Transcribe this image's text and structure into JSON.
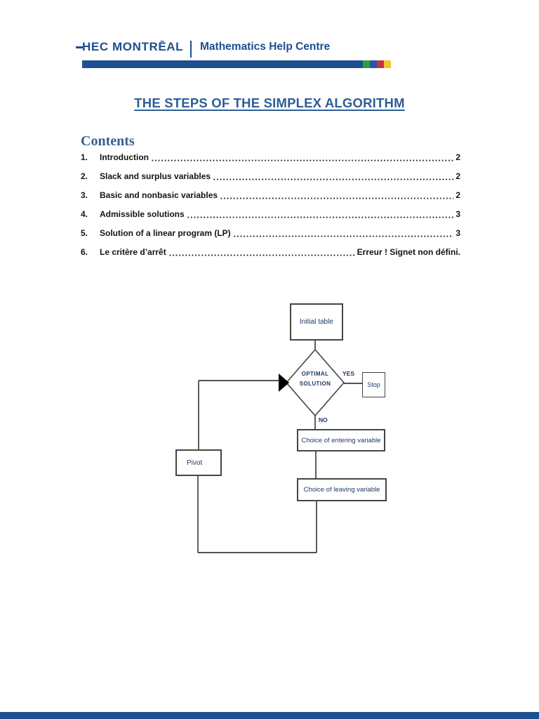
{
  "header": {
    "logo_text": "HEC MONTRĒAL",
    "site_title": "Mathematics Help Centre",
    "bar_color": "#1D4F91",
    "accent_colors": {
      "green": "#2E9E3E",
      "blue": "#2B55A2",
      "red": "#C63340",
      "yellow": "#F0C62F"
    }
  },
  "document": {
    "title": "THE STEPS OF THE SIMPLEX ALGORITHM",
    "title_color": "#2E5D97",
    "contents_heading": "Contents",
    "toc": [
      {
        "num": "1.",
        "label": "Introduction",
        "page": "2"
      },
      {
        "num": "2.",
        "label": "Slack and surplus variables",
        "page": "2"
      },
      {
        "num": "3.",
        "label": "Basic and nonbasic variables",
        "page": "2"
      },
      {
        "num": "4.",
        "label": "Admissible solutions",
        "page": "3"
      },
      {
        "num": "5.",
        "label": "Solution of a linear program (LP)",
        "page": "3"
      },
      {
        "num": "6.",
        "label": "Le critère d’arrêt",
        "page": "Erreur ! Signet non défini."
      }
    ]
  },
  "flowchart": {
    "initial_table": "Initial table",
    "decision_line1": "OPTIMAL",
    "decision_line2": "SOLUTION",
    "yes_label": "YES",
    "no_label": "NO",
    "stop": "Stop",
    "entering": "Choice of entering variable",
    "leaving": "Choice of leaving variable",
    "pivot": "Pivot",
    "line_color": "#1a1a1a",
    "text_color": "#1F3864"
  }
}
